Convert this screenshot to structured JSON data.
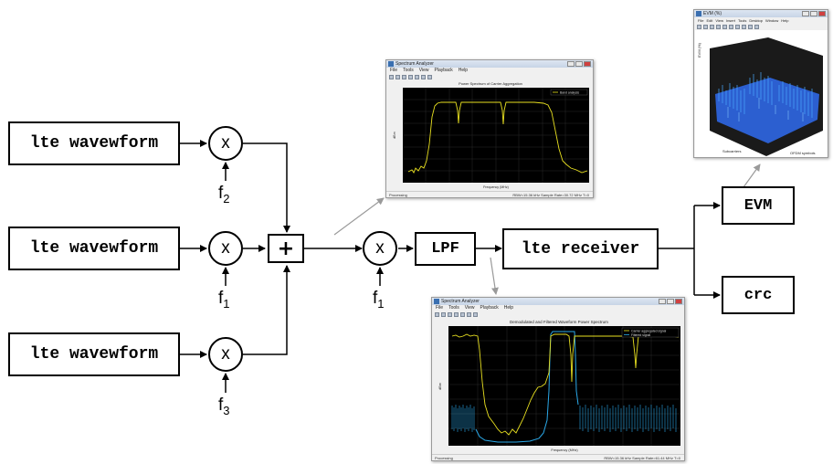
{
  "blocks": {
    "wf1": "lte wavewform",
    "wf2": "lte wavewform",
    "wf3": "lte wavewform",
    "lpf": "LPF",
    "receiver": "lte receiver",
    "evm": "EVM",
    "crc": "crc"
  },
  "mixer_symbol": "x",
  "sum_symbol": "+",
  "freq_labels": {
    "top": {
      "base": "f",
      "sub": "2"
    },
    "mid": {
      "base": "f",
      "sub": "1"
    },
    "bottom": {
      "base": "f",
      "sub": "3"
    },
    "demod": {
      "base": "f",
      "sub": "1"
    }
  },
  "windows": {
    "top_spectrum": {
      "title": "Spectrum Analyzer",
      "menu": [
        "File",
        "Tools",
        "View",
        "Playback",
        "Help"
      ],
      "plot_title": "Power Spectrum of Carrier Aggregation",
      "legend": [
        "Band analysis"
      ],
      "xlabel": "Frequency (MHz)",
      "ylabel": "dBm",
      "status_left": "Processing",
      "status_right": "RBW=15.36 kHz   Sample Rate=30.72 MHz   T=0"
    },
    "bottom_spectrum": {
      "title": "Spectrum Analyzer",
      "menu": [
        "File",
        "Tools",
        "View",
        "Playback",
        "Help"
      ],
      "plot_title": "Demodulated and Filtered Waveform Power Spectrum",
      "legend": [
        "Carrier aggregated signal",
        "Filtered signal"
      ],
      "xlabel": "Frequency (MHz)",
      "ylabel": "dBm",
      "status_left": "Processing",
      "status_right": "RBW=15.36 kHz   Sample Rate=61.44 MHz   T=0"
    },
    "evm_figure": {
      "title": "EVM (%)",
      "menu": [
        "File",
        "Edit",
        "View",
        "Insert",
        "Tools",
        "Desktop",
        "Window",
        "Help"
      ],
      "zlabel": "EVM (%)",
      "xlabel": "OFDM symbols",
      "ylabel": "Subcarriers"
    }
  },
  "colors": {
    "yellow_trace": "#e8e020",
    "cyan_trace": "#2aa8e8",
    "plot_bg": "#000000",
    "arrow_gray": "#9a9a9a"
  }
}
